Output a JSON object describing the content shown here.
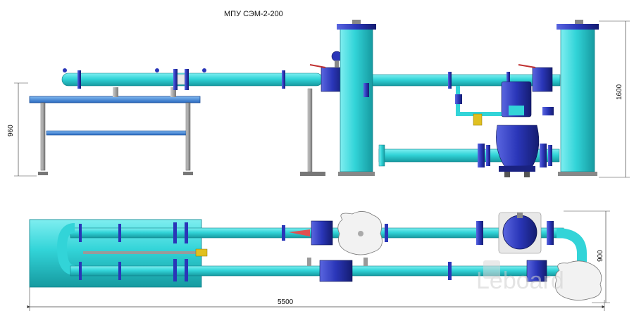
{
  "title": "МПУ СЭМ-2-200",
  "dimensions": {
    "frame_height": "960",
    "total_height": "1600",
    "total_length": "5500",
    "depth": "900"
  },
  "watermark": "Leboard",
  "colors": {
    "pipe": "#32d4d8",
    "pipe_dark": "#1a9aa0",
    "flange": "#2a36b8",
    "flange_dark": "#141c70",
    "frame": "#3a7fd6",
    "leg": "#8a8a8a",
    "dim_line": "#444444"
  }
}
